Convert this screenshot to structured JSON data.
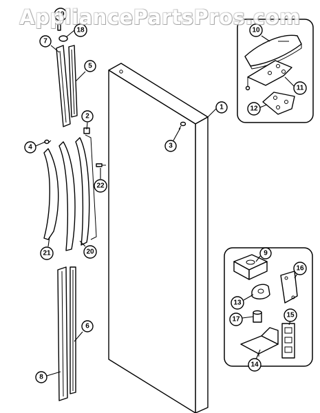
{
  "watermark": "AppliancePartsPros.com",
  "callouts": [
    {
      "id": "1",
      "label": "1"
    },
    {
      "id": "2",
      "label": "2"
    },
    {
      "id": "3",
      "label": "3"
    },
    {
      "id": "4",
      "label": "4"
    },
    {
      "id": "5",
      "label": "5"
    },
    {
      "id": "6",
      "label": "6"
    },
    {
      "id": "7",
      "label": "7"
    },
    {
      "id": "8",
      "label": "8"
    },
    {
      "id": "9",
      "label": "9"
    },
    {
      "id": "10",
      "label": "10"
    },
    {
      "id": "11",
      "label": "11"
    },
    {
      "id": "12",
      "label": "12"
    },
    {
      "id": "13",
      "label": "13"
    },
    {
      "id": "14",
      "label": "14"
    },
    {
      "id": "15",
      "label": "15"
    },
    {
      "id": "16",
      "label": "16"
    },
    {
      "id": "17",
      "label": "17"
    },
    {
      "id": "18",
      "label": "18"
    },
    {
      "id": "19",
      "label": "19"
    },
    {
      "id": "20",
      "label": "20"
    },
    {
      "id": "21",
      "label": "21"
    },
    {
      "id": "22",
      "label": "22"
    }
  ]
}
